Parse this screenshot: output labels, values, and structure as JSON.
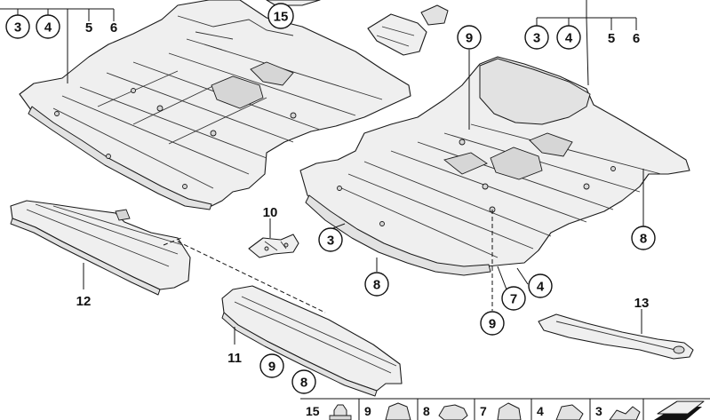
{
  "callouts": {
    "c3_left": "3",
    "c4_left": "4",
    "t5_left": "5",
    "t6_left": "6",
    "c15_top": "15",
    "c9_top": "9",
    "c3_right": "3",
    "c4_right": "4",
    "t5_right": "5",
    "t6_right": "6",
    "t10": "10",
    "c3_mid": "3",
    "c8_mid": "8",
    "c8_right": "8",
    "c4_lower": "4",
    "c7_lower": "7",
    "c9_lower": "9",
    "t12": "12",
    "t11": "11",
    "c9_bottom": "9",
    "c8_bottom": "8",
    "t13": "13"
  },
  "parts_strip": [
    "15",
    "9",
    "8",
    "7",
    "4",
    "3"
  ],
  "colors": {
    "line": "#1a1a1a",
    "fill": "#efefef",
    "background": "#ffffff"
  }
}
